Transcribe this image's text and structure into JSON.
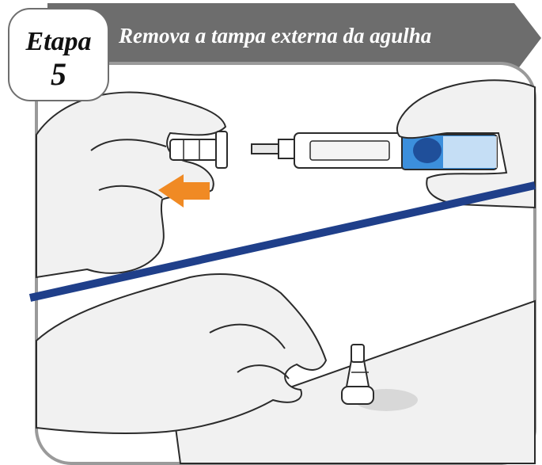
{
  "step": {
    "label": "Etapa",
    "number": "5",
    "title": "Remova a tampa externa da agulha"
  },
  "colors": {
    "banner": "#6d6d6d",
    "frame": "#9a9a9a",
    "divider": "#1f3f8a",
    "arrow": "#f08a24",
    "pen_accent": "#3c8fdc",
    "outline": "#2b2b2b"
  },
  "icons": [
    "hand-icon",
    "pen-needle-icon",
    "needle-cap-icon",
    "arrow-left-icon"
  ]
}
